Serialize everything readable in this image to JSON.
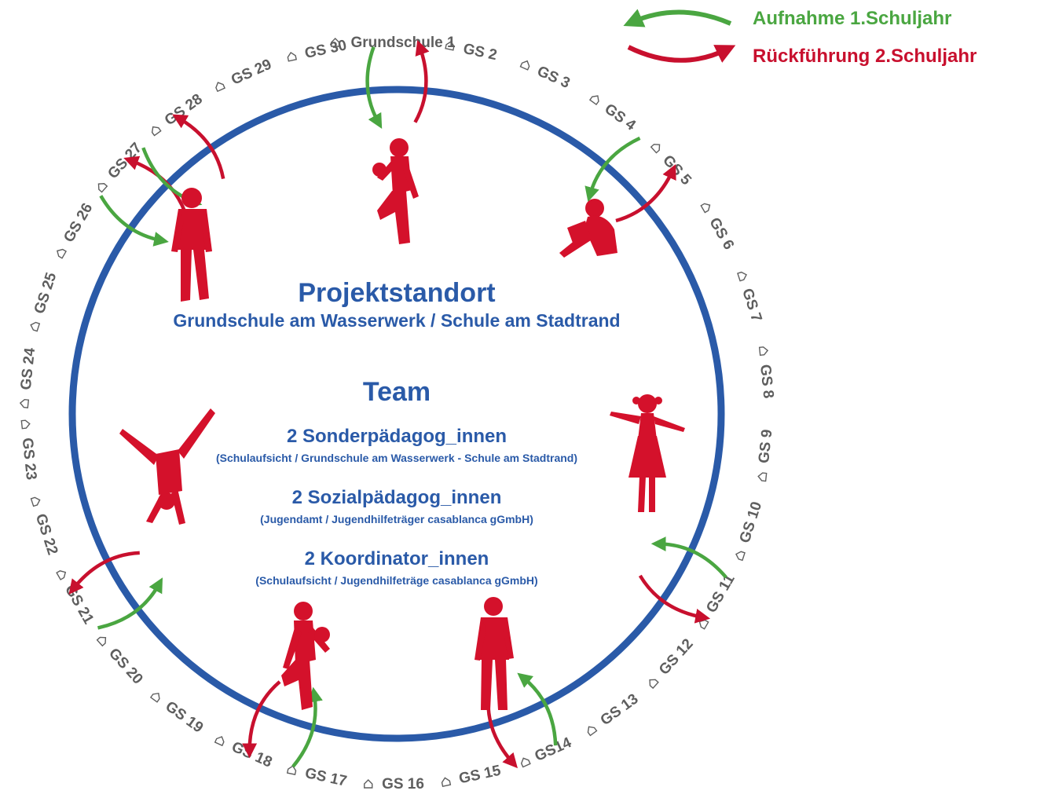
{
  "legend": {
    "intake_label": "Aufnahme 1.Schuljahr",
    "return_label": "Rückführung 2.Schuljahr",
    "intake_color": "#4aa641",
    "return_color": "#c8102e"
  },
  "center": {
    "title": "Projektstandort",
    "subtitle": "Grundschule am Wasserwerk / Schule am Stadtrand",
    "team_heading": "Team",
    "team": [
      {
        "role": "2 Sonderpädagog_innen",
        "detail": "(Schulaufsicht / Grundschule am Wasserwerk - Schule am Stadtrand)"
      },
      {
        "role": "2 Sozialpädagog_innen",
        "detail": "(Jugendamt / Jugendhilfeträger casablanca gGmbH)"
      },
      {
        "role": "2 Koordinator_innen",
        "detail": "(Schulaufsicht / Jugendhilfeträge casablanca gGmbH)"
      }
    ]
  },
  "colors": {
    "ring": "#2a5aa8",
    "figures": "#d4112b",
    "school_labels": "#5e5e5e"
  },
  "schools": [
    "Grundschule 1",
    "GS 2",
    "GS 3",
    "GS 4",
    "GS 5",
    "GS 6",
    "GS 7",
    "GS 8",
    "GS 9",
    "GS 10",
    "GS 11",
    "GS 12",
    "GS 13",
    "GS14",
    "GS 15",
    "GS 16",
    "GS 17",
    "GS 18",
    "GS 19",
    "GS 20",
    "GS 21",
    "GS 22",
    "GS 23",
    "GS 24",
    "GS 25",
    "GS 26",
    "GS 27",
    "GS 28",
    "GS 29",
    "GS 30"
  ]
}
